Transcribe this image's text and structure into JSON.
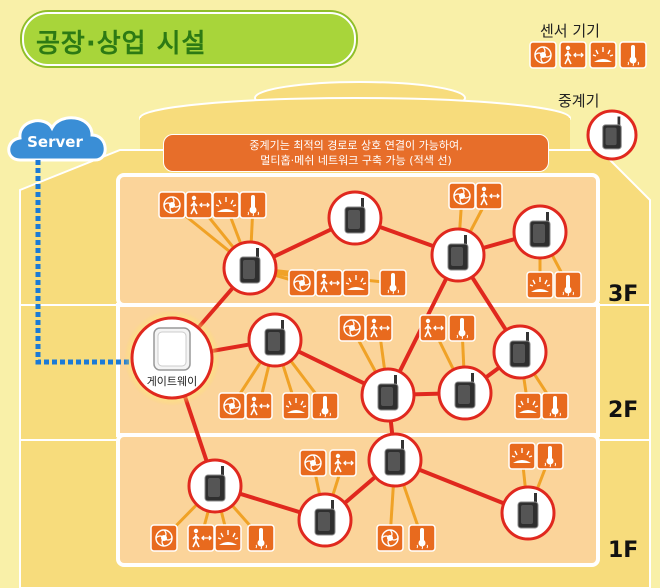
{
  "title": "공장·상업 시설",
  "legend": {
    "sensor_label": "센서 기기",
    "relay_label": "중계기"
  },
  "server_label": "Server",
  "banner": {
    "line1": "중계기는 최적의 경로로 상호 연결이 가능하여,",
    "line2": "멀티홉·메쉬 네트워크 구축 가능 (적색 선)"
  },
  "gateway_label": "게이트웨이",
  "floors": [
    "3F",
    "2F",
    "1F"
  ],
  "colors": {
    "background": "#f9f0a8",
    "building": "#f7dc7c",
    "floor_panel": "#fbd49a",
    "mesh_line": "#e0281e",
    "sensor_line": "#f0a226",
    "sensor_tile": "#e86a1e",
    "server_link": "#1b7ad6",
    "title_bg": "#a8d53a"
  },
  "icons": [
    "fan-sensor-icon",
    "motion-sensor-icon",
    "light-sensor-icon",
    "temperature-sensor-icon",
    "relay-device-icon",
    "gateway-device-icon",
    "cloud-server-icon",
    "factory-building-icon"
  ]
}
